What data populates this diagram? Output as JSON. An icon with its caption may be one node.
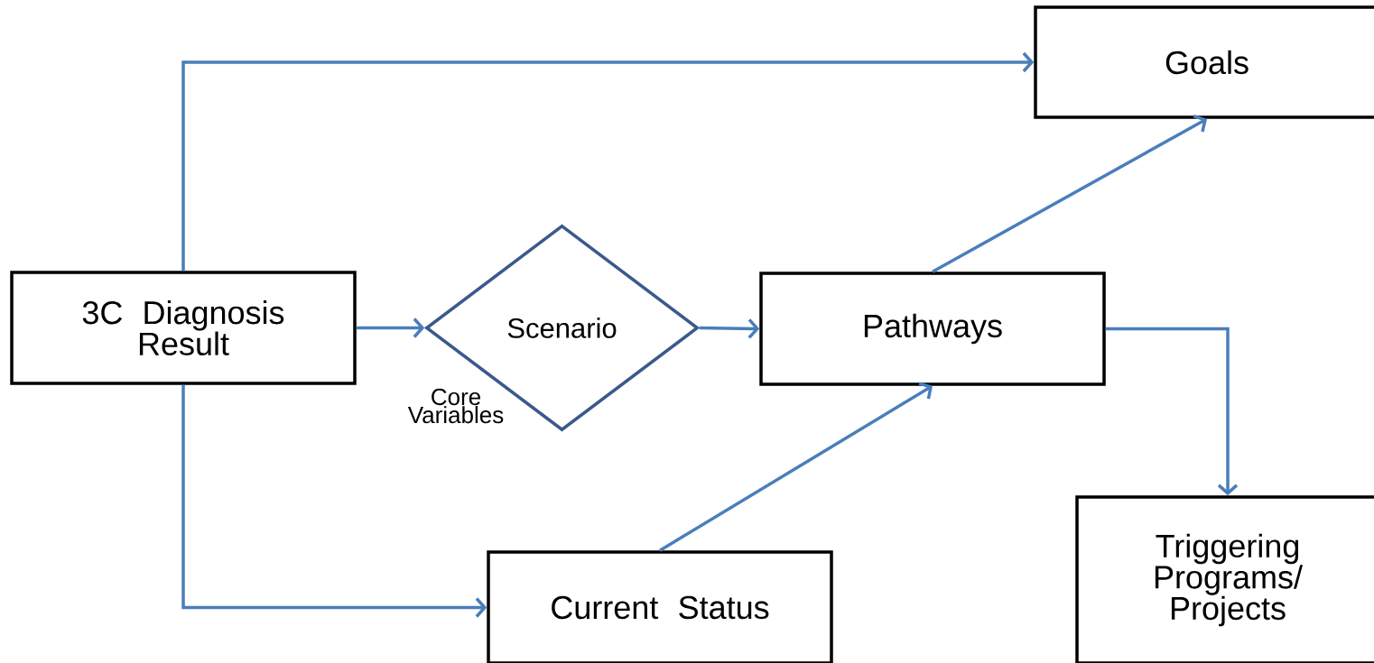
{
  "diagram": {
    "nodes": [
      {
        "text": [
          "3C Diagnosis Result"
        ]
      },
      {
        "text": [
          "Scenario"
        ],
        "beside": [
          "Core Variables"
        ]
      },
      {
        "text": [
          "Pathways"
        ]
      },
      {
        "text": [
          "Goals"
        ]
      },
      {
        "text": [
          "Current Status"
        ]
      },
      {
        "text": [
          "Triggering Programs/ Projects"
        ]
      }
    ],
    "edges": [
      {
        "from": 0,
        "to": 3,
        "arrow": "to"
      },
      {
        "from": 0,
        "to": 1,
        "arrow": "to"
      },
      {
        "from": 1,
        "to": 2,
        "arrow": "to"
      },
      {
        "from": 0,
        "to": 4,
        "arrow": "to"
      },
      {
        "from": 4,
        "to": 2,
        "arrow": "to"
      },
      {
        "from": 2,
        "to": 3,
        "arrow": "to"
      },
      {
        "from": 2,
        "to": 5,
        "arrow": "to"
      }
    ]
  }
}
